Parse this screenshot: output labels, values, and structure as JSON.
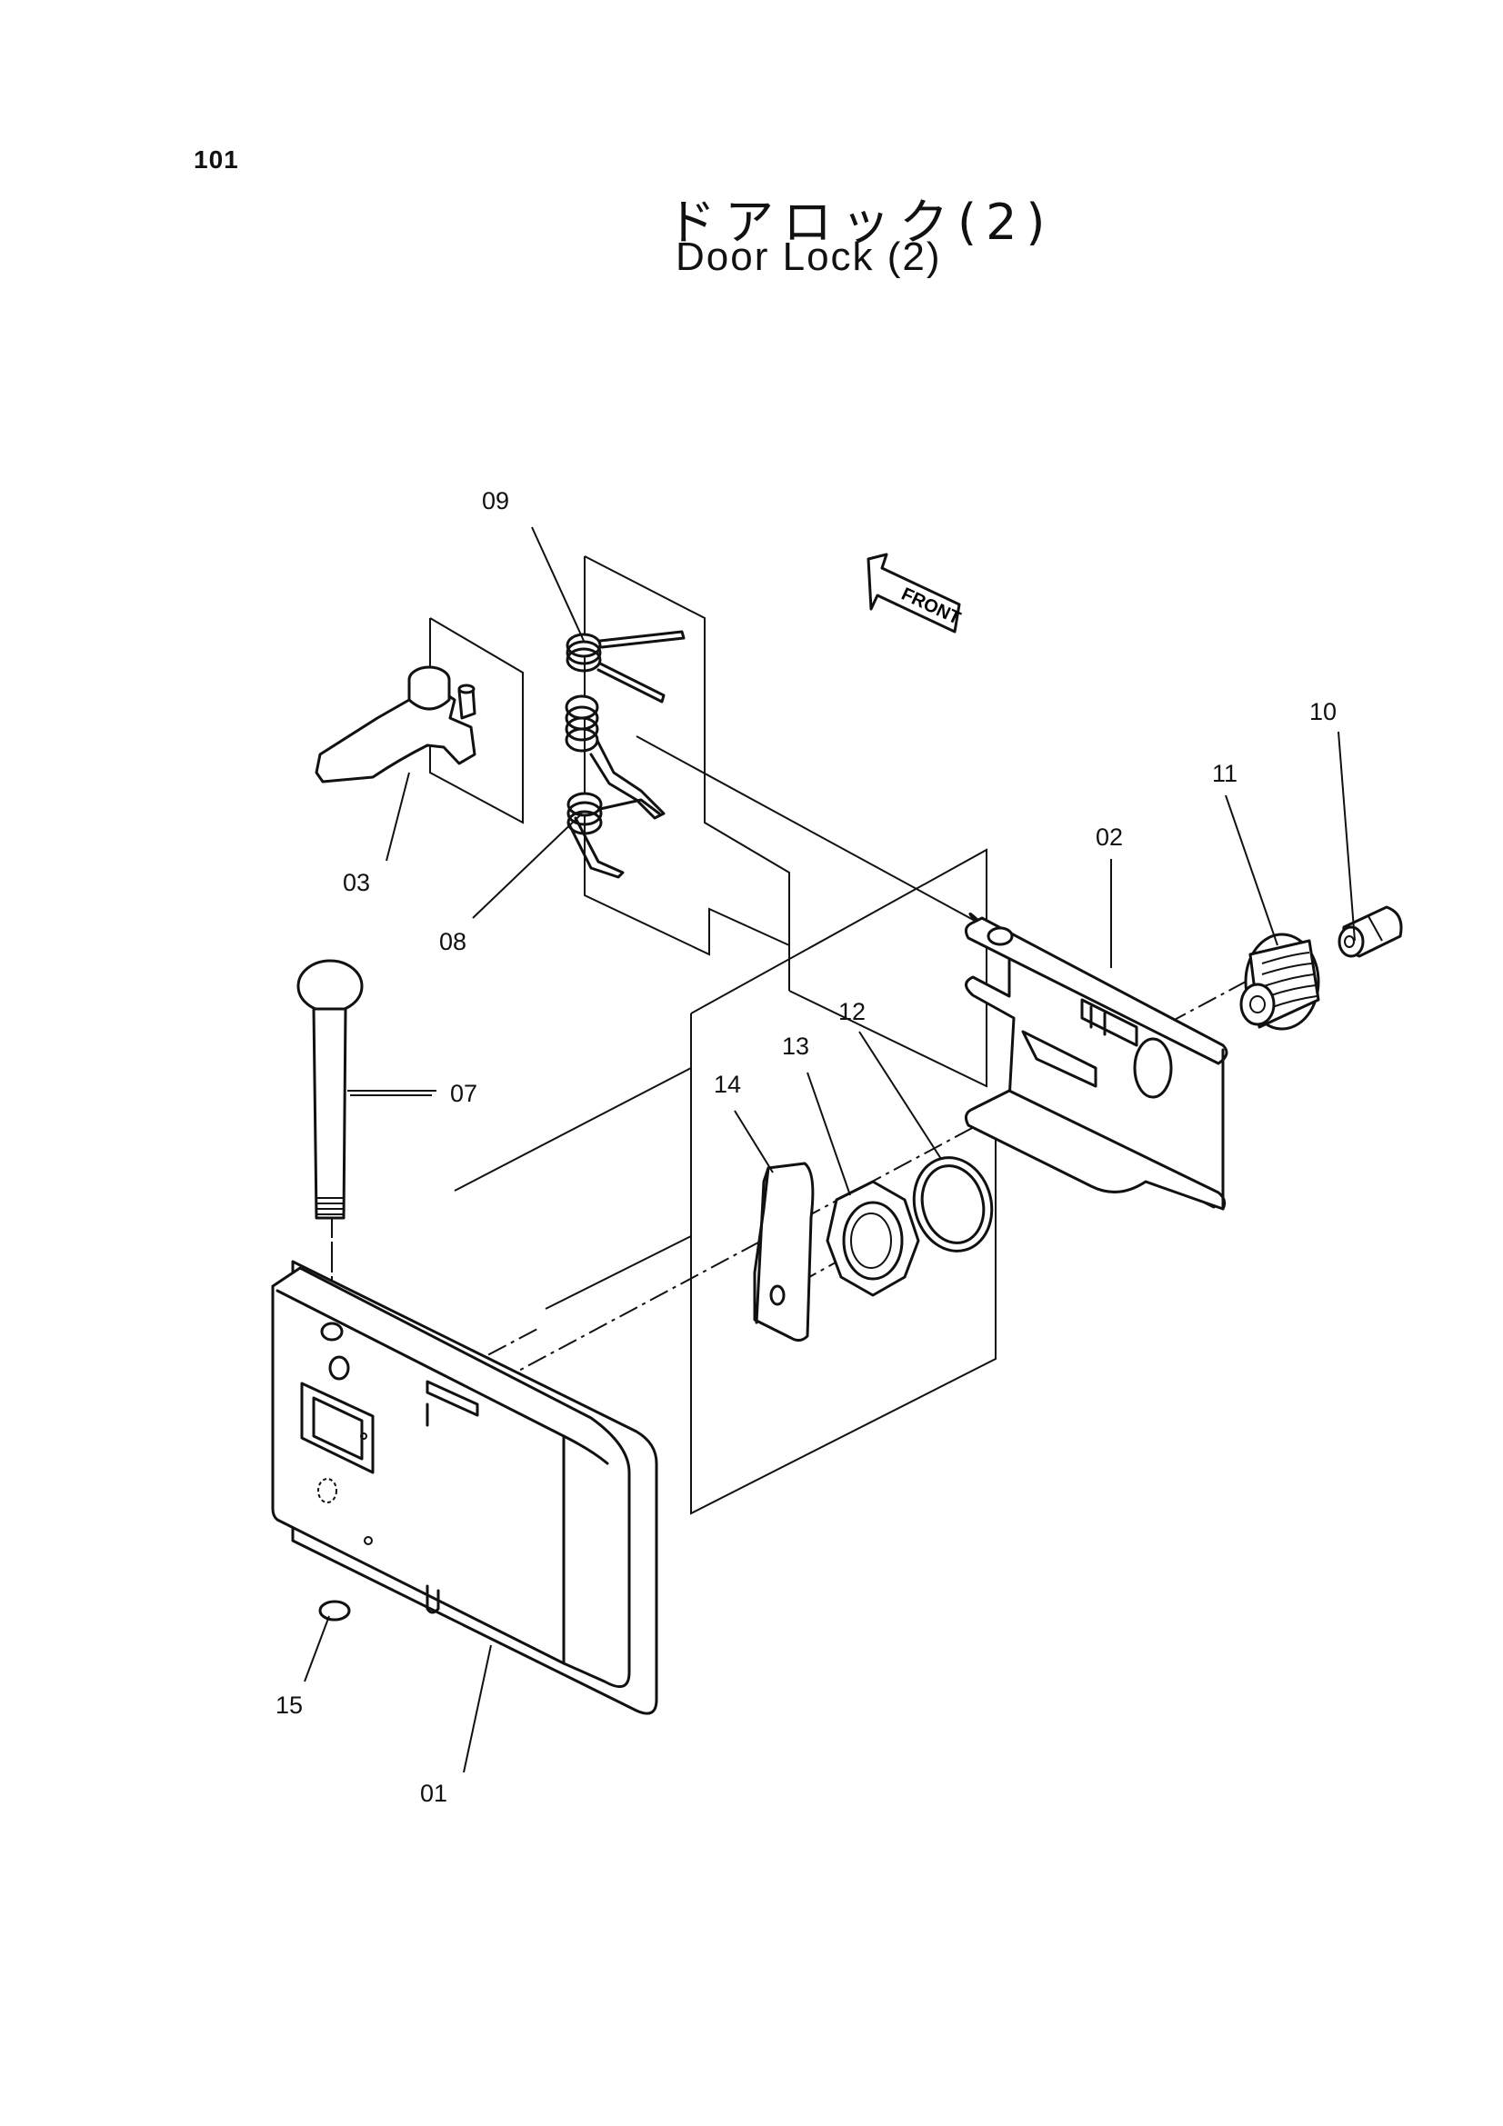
{
  "page_number": "101",
  "title_japanese": "ドアロック(2)",
  "title_english": "Door Lock (2)",
  "front_arrow_label": "FRONT",
  "callouts": {
    "c01": "01",
    "c02": "02",
    "c03": "03",
    "c07": "07",
    "c08": "08",
    "c09": "09",
    "c10": "10",
    "c11": "11",
    "c12": "12",
    "c13": "13",
    "c14": "14",
    "c15": "15"
  }
}
